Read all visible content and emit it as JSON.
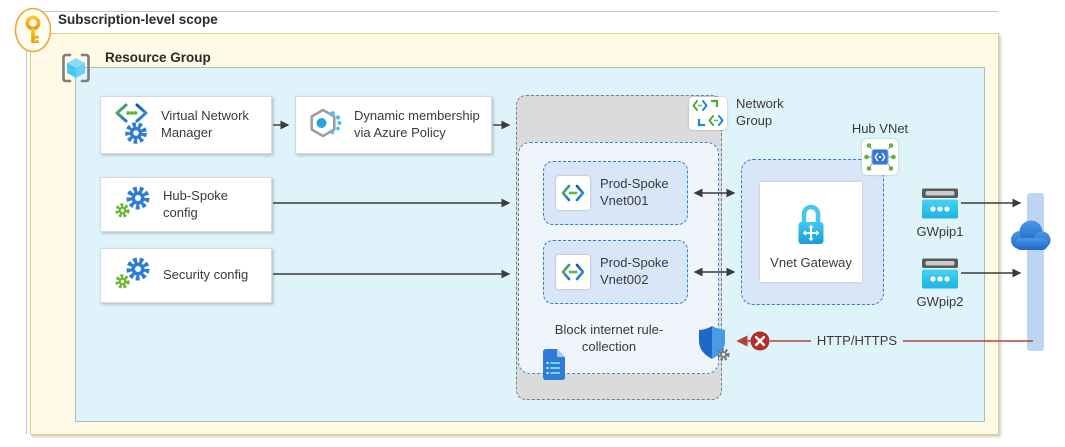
{
  "labels": {
    "subscription": "Subscription-level scope",
    "resource_group": "Resource Group",
    "vnm": "Virtual Network Manager",
    "policy": "Dynamic membership via Azure Policy",
    "hub_spoke": "Hub-Spoke config",
    "security": "Security config",
    "network_group": "Network Group",
    "vnet001": "Prod-Spoke Vnet001",
    "vnet002": "Prod-Spoke Vnet002",
    "hub_vnet": "Hub VNet",
    "vnet_gateway": "Vnet Gateway",
    "gwpip1": "GWpip1",
    "gwpip2": "GWpip2",
    "block_rule": "Block internet rule-collection",
    "http": "HTTP/HTTPS"
  },
  "icons": {
    "key-icon": "amber key in cream ellipse badge",
    "resource-group-cube-icon": "light blue cube in gray brackets",
    "virtual-network-manager-icon": "chevrons with dots plus blue gear",
    "azure-policy-hexagon-icon": "gray hexagon with blue dot and cyan dots",
    "gears-config-icon": "blue gear with small green gear",
    "network-group-icon": "two vnet chevron glyphs with corner brackets",
    "virtual-network-icon": "green-blue chevrons with three dots",
    "hub-vnet-icon": "blue square node with green connected dots",
    "vnet-gateway-lock-icon": "cyan lock with white directional arrows",
    "public-ip-icon": "cyan box with gray top bar and three dots",
    "document-rules-icon": "blue numbered-list document",
    "firewall-shield-icon": "blue shield with gray gear",
    "blocked-x-icon": "dark red circle with white x",
    "internet-cloud-icon": "blue cloud"
  },
  "colors": {
    "subscription_border": "#cac8c3",
    "resource_group_fill": "#fffae5",
    "resource_group_border": "#e2ce7e",
    "managed_area_fill": "#dff3fb",
    "managed_area_border": "#a4c0be",
    "network_group_fill": "#dbdbdb",
    "network_group_border": "#7e7e7e",
    "dashed_blue": "#3d87d8",
    "spoke_fill": "#d9e6f8",
    "inner_fill": "#f0f4fb",
    "arrow": "#3b3b3b",
    "blocked_red": "#b2423b",
    "accent_blue": "#2e7cd6",
    "accent_cyan": "#2ab6e8",
    "accent_green": "#5cb832",
    "key_gold": "#f0a30a"
  }
}
